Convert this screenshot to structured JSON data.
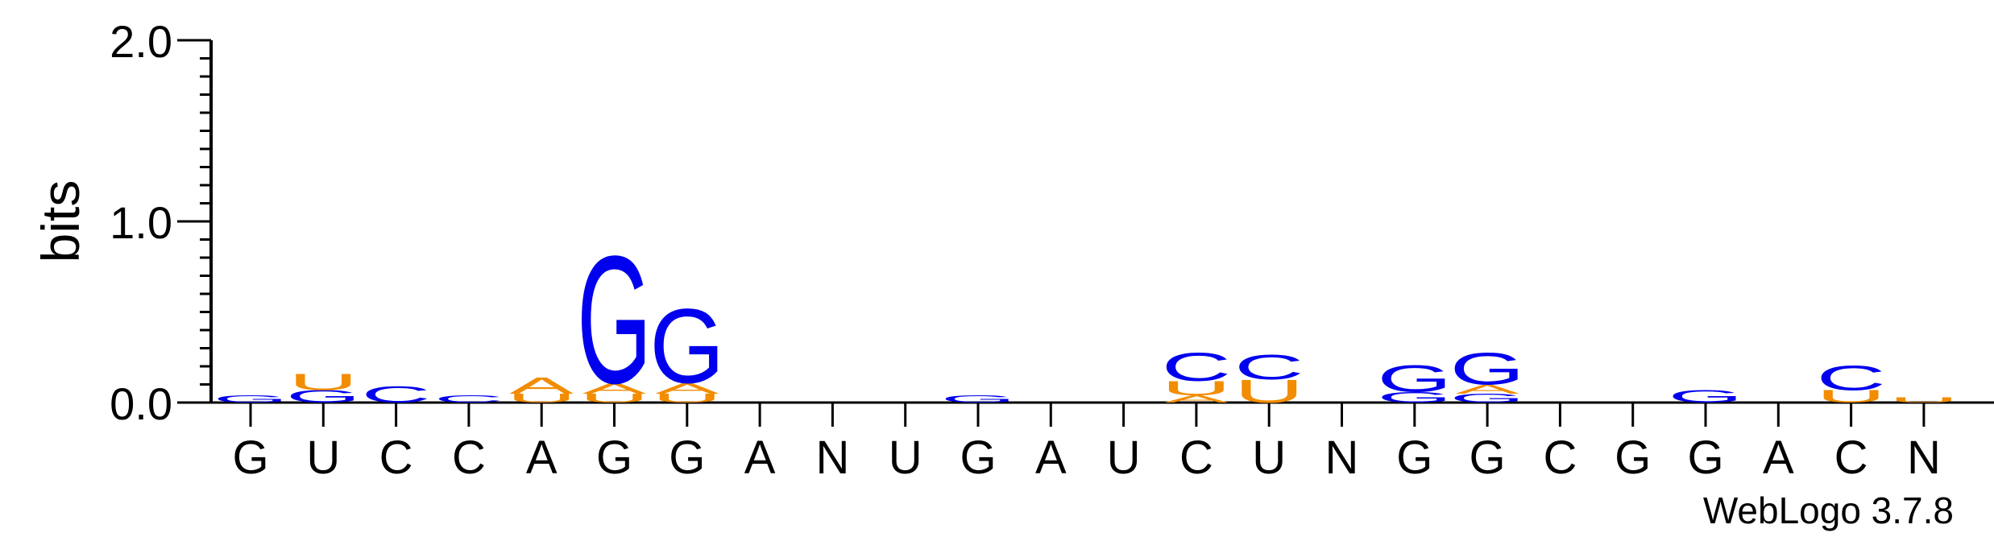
{
  "chart_data": {
    "type": "sequence-logo",
    "ylabel": "bits",
    "ylim": [
      0,
      2
    ],
    "yticks": [
      "0.0",
      "1.0",
      "2.0"
    ],
    "xticks": [
      "G",
      "U",
      "C",
      "C",
      "A",
      "G",
      "G",
      "A",
      "N",
      "U",
      "G",
      "A",
      "U",
      "C",
      "U",
      "N",
      "G",
      "G",
      "C",
      "G",
      "G",
      "A",
      "C",
      "N"
    ],
    "colors": {
      "A": "#f28c00",
      "U": "#f28c00",
      "G": "#0000ee",
      "C": "#0000ee"
    },
    "columns": [
      [
        [
          "G",
          0.04
        ]
      ],
      [
        [
          "G",
          0.07
        ],
        [
          "U",
          0.09
        ]
      ],
      [
        [
          "C",
          0.09
        ]
      ],
      [
        [
          "C",
          0.04
        ]
      ],
      [
        [
          "U",
          0.05
        ],
        [
          "A",
          0.09
        ]
      ],
      [
        [
          "U",
          0.05
        ],
        [
          "A",
          0.06
        ],
        [
          "G",
          0.72
        ]
      ],
      [
        [
          "U",
          0.05
        ],
        [
          "A",
          0.06
        ],
        [
          "G",
          0.42
        ]
      ],
      [],
      [],
      [],
      [
        [
          "G",
          0.04
        ]
      ],
      [],
      [],
      [
        [
          "A",
          0.04
        ],
        [
          "U",
          0.08
        ],
        [
          "C",
          0.16
        ]
      ],
      [
        [
          "U",
          0.13
        ],
        [
          "C",
          0.14
        ]
      ],
      [],
      [
        [
          "G",
          0.06
        ],
        [
          "G",
          0.15
        ]
      ],
      [
        [
          "G",
          0.05
        ],
        [
          "A",
          0.05
        ],
        [
          "G",
          0.18
        ]
      ],
      [],
      [],
      [
        [
          "G",
          0.07
        ]
      ],
      [],
      [
        [
          "U",
          0.07
        ],
        [
          "C",
          0.14
        ]
      ],
      [
        [
          "U",
          0.03
        ]
      ]
    ],
    "footer": "WebLogo 3.7.8"
  }
}
